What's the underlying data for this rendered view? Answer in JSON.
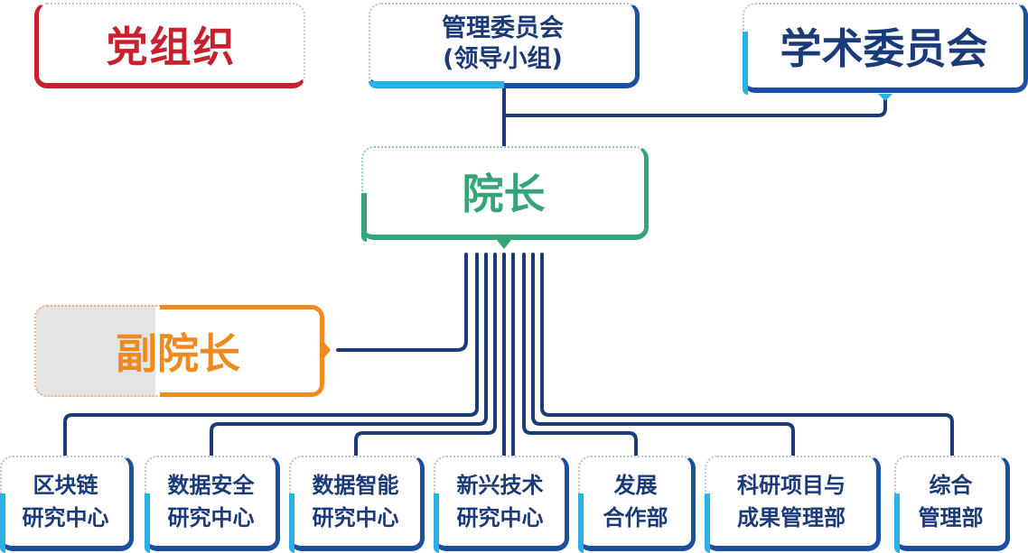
{
  "party": {
    "label": "党组织"
  },
  "management": {
    "line1": "管理委员会",
    "line2": "(领导小组)"
  },
  "academic": {
    "label": "学术委员会"
  },
  "president": {
    "label": "院长"
  },
  "vice_president": {
    "label": "副院长"
  },
  "departments": [
    {
      "line1": "区块链",
      "line2": "研究中心"
    },
    {
      "line1": "数据安全",
      "line2": "研究中心"
    },
    {
      "line1": "数据智能",
      "line2": "研究中心"
    },
    {
      "line1": "新兴技术",
      "line2": "研究中心"
    },
    {
      "line1": "发展",
      "line2": "合作部"
    },
    {
      "line1": "科研项目与",
      "line2": "成果管理部"
    },
    {
      "line1": "综合",
      "line2": "管理部"
    }
  ],
  "colors": {
    "party": "#c8202d",
    "navy": "#1b4fa0",
    "cyan": "#2ab2e8",
    "green": "#35a579",
    "orange": "#f08a1e",
    "line": "#1b3a78"
  }
}
